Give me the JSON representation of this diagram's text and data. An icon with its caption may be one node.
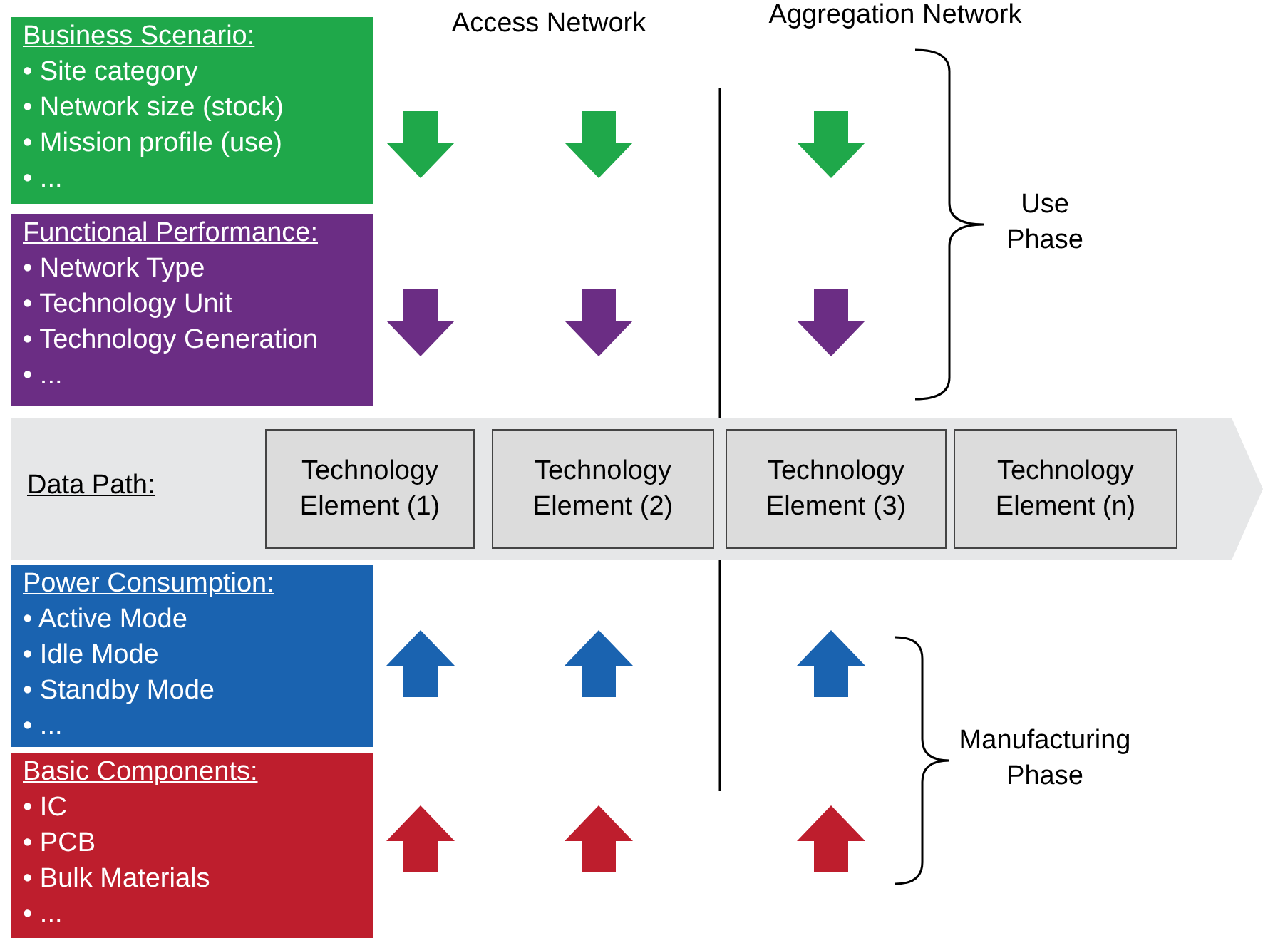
{
  "diagram": {
    "nodes": [
      {
        "text": [
          "Business Scenario:",
          "• Site category",
          "• Network size (stock)",
          "• Mission profile (use)",
          "• ..."
        ]
      },
      {
        "text": [
          "Functional Performance:",
          "• Network Type",
          "• Technology Unit",
          "• Technology Generation",
          "• ..."
        ]
      },
      {
        "text": [
          "Data Path:"
        ]
      },
      {
        "text": [
          "Technology Element (1)"
        ],
        "in": 2
      },
      {
        "text": [
          "Technology Element (2)"
        ],
        "in": 2
      },
      {
        "text": [
          "Technology Element (3)"
        ],
        "in": 2
      },
      {
        "text": [
          "Technology Element (n)"
        ],
        "in": 2
      },
      {
        "text": [
          "Power Consumption:",
          "• Active Mode",
          "• Idle Mode",
          "• Standby Mode",
          "• ..."
        ]
      },
      {
        "text": [
          "Basic Components:",
          "• IC",
          "• PCB",
          "• Bulk Materials",
          "• ..."
        ]
      }
    ],
    "edges": [],
    "labels": [
      "Access Network",
      "Aggregation Network",
      "Use Phase",
      "Manufacturing Phase"
    ]
  }
}
